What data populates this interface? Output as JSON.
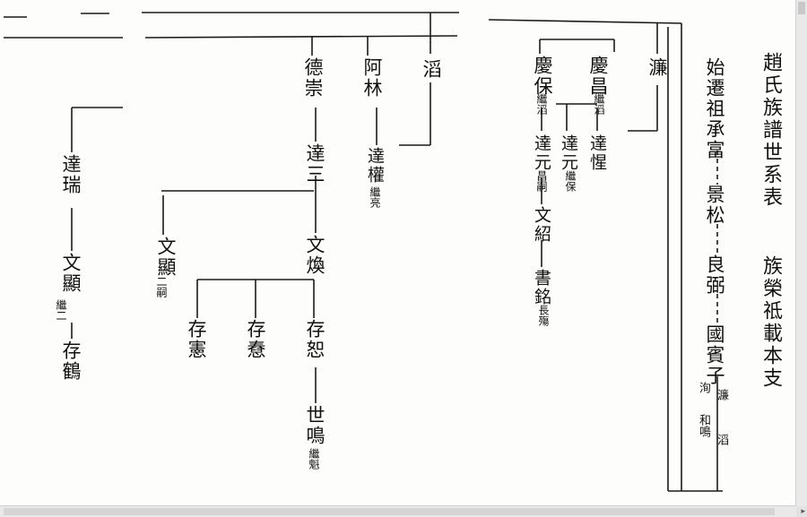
{
  "title": "趙氏族譜世系表",
  "subtitle": "族榮祗載本支",
  "right_branch": {
    "head": "始遷祖承富",
    "gen2": "景松",
    "gen3": "良弼",
    "gen4": "國賓子",
    "side_a": "濂",
    "side_b": "滔",
    "side_c": "洵",
    "side_d": "和鳴"
  },
  "lian_branch": {
    "lian": "濂",
    "qingchang": "慶昌",
    "qingchang_note": "繼滔",
    "qingbao": "慶保",
    "qingbao_note": "繼滔",
    "dayuan1": "達元",
    "dayuan1_note": "繼保",
    "daxing": "達惺",
    "dayuan2": "達元",
    "dayuan2_note": "昌嗣",
    "wenshao": "文紹",
    "shuming": "書銘",
    "shuming_note": "長殤"
  },
  "tao_branch": {
    "tao": "滔",
    "alin": "阿林",
    "daquan": "達權",
    "daquan_note": "繼亮",
    "dechong": "德崇",
    "dasan": "達三",
    "wenhuan": "文煥",
    "wenxian": "文顯",
    "wenxian_note": "二嗣",
    "cunshu": "存恕",
    "cunchong": "存憃",
    "cunxian": "存憲",
    "shiming": "世鳴",
    "shiming_note": "繼魁"
  },
  "left_branch": {
    "darui": "達瑞",
    "wenxian": "文顯",
    "wenxian_note": "繼二",
    "cunhe": "存鶴"
  }
}
